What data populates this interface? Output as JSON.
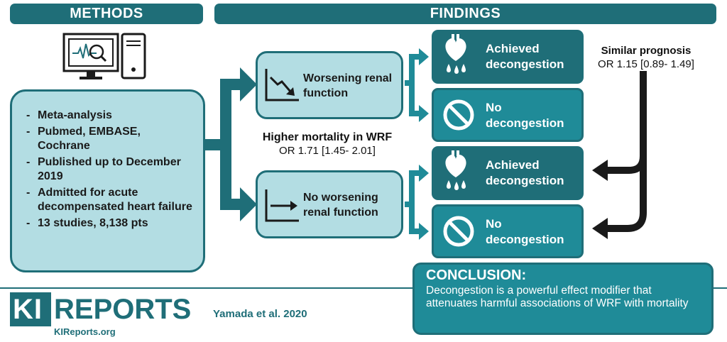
{
  "headers": {
    "methods": "METHODS",
    "findings": "FINDINGS"
  },
  "methods": {
    "items": [
      "Meta-analysis",
      "Pubmed, EMBASE, Cochrane",
      "Published up to December 2019",
      "Admitted for acute decompensated heart failure",
      "13 studies, 8,138 pts"
    ]
  },
  "groups": {
    "wrf": "Worsening renal function",
    "no_wrf": "No worsening renal function"
  },
  "outcomes": {
    "achieved": "Achieved decongestion",
    "none": "No decongestion"
  },
  "mortality": {
    "title": "Higher mortality in WRF",
    "stat": "OR 1.71 [1.45- 2.01]"
  },
  "prognosis": {
    "title": "Similar prognosis",
    "stat": "OR 1.15 [0.89- 1.49]"
  },
  "conclusion": {
    "title": "CONCLUSION:",
    "text": "Decongestion is a powerful effect modifier that attenuates harmful associations of WRF with mortality"
  },
  "footer": {
    "logo_left": "KI",
    "logo_right": "REPORTS",
    "logo_url": "KIReports.org",
    "citation": "Yamada et al. 2020"
  },
  "colors": {
    "dark_teal": "#1f6e78",
    "mid_teal": "#1f8b98",
    "light_teal": "#b3dde3",
    "arrow": "#1a1a1a"
  },
  "icons": [
    "computer-monitor-icon",
    "computer-tower-icon",
    "decline-chart-icon",
    "flat-chart-icon",
    "heart-drops-icon",
    "prohibited-icon"
  ]
}
